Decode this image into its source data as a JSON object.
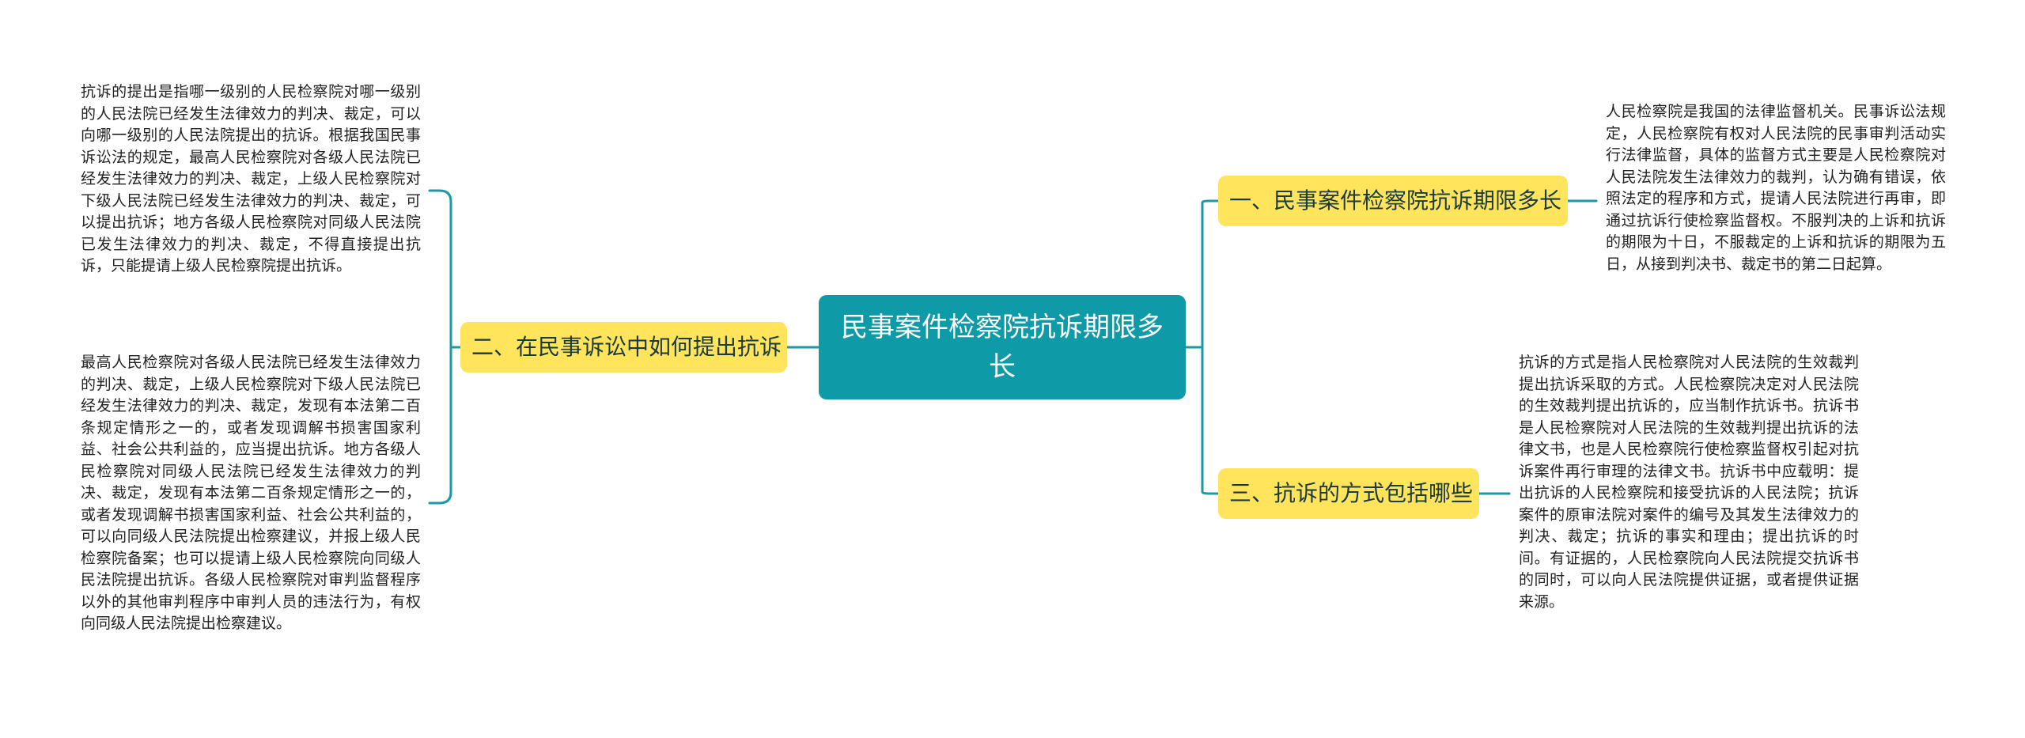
{
  "diagram": {
    "type": "mind-map",
    "root": {
      "title": "民事案件检察院抗诉期限多长"
    },
    "branches": [
      {
        "id": "b1",
        "label": "一、民事案件检察院抗诉期限多长",
        "leaves": [
          "人民检察院是我国的法律监督机关。民事诉讼法规定，人民检察院有权对人民法院的民事审判活动实行法律监督，具体的监督方式主要是人民检察院对人民法院发生法律效力的裁判，认为确有错误，依照法定的程序和方式，提请人民法院进行再审，即通过抗诉行使检察监督权。不服判决的上诉和抗诉的期限为十日，不服裁定的上诉和抗诉的期限为五日，从接到判决书、裁定书的第二日起算。"
        ]
      },
      {
        "id": "b2",
        "label": "二、在民事诉讼中如何提出抗诉",
        "leaves": [
          "抗诉的提出是指哪一级别的人民检察院对哪一级别的人民法院已经发生法律效力的判决、裁定，可以向哪一级别的人民法院提出的抗诉。根据我国民事诉讼法的规定，最高人民检察院对各级人民法院已经发生法律效力的判决、裁定，上级人民检察院对下级人民法院已经发生法律效力的判决、裁定，可以提出抗诉；地方各级人民检察院对同级人民法院已发生法律效力的判决、裁定，不得直接提出抗诉，只能提请上级人民检察院提出抗诉。",
          "最高人民检察院对各级人民法院已经发生法律效力的判决、裁定，上级人民检察院对下级人民法院已经发生法律效力的判决、裁定，发现有本法第二百条规定情形之一的，或者发现调解书损害国家利益、社会公共利益的，应当提出抗诉。地方各级人民检察院对同级人民法院已经发生法律效力的判决、裁定，发现有本法第二百条规定情形之一的，或者发现调解书损害国家利益、社会公共利益的，可以向同级人民法院提出检察建议，并报上级人民检察院备案；也可以提请上级人民检察院向同级人民法院提出抗诉。各级人民检察院对审判监督程序以外的其他审判程序中审判人员的违法行为，有权向同级人民法院提出检察建议。"
        ]
      },
      {
        "id": "b3",
        "label": "三、抗诉的方式包括哪些",
        "leaves": [
          "抗诉的方式是指人民检察院对人民法院的生效裁判提出抗诉采取的方式。人民检察院决定对人民法院的生效裁判提出抗诉的，应当制作抗诉书。抗诉书是人民检察院对人民法院的生效裁判提出抗诉的法律文书，也是人民检察院行使检察监督权引起对抗诉案件再行审理的法律文书。抗诉书中应载明：提出抗诉的人民检察院和接受抗诉的人民法院；抗诉案件的原审法院对案件的编号及其发生法律效力的判决、裁定；抗诉的事实和理由；提出抗诉的时间。有证据的，人民检察院向人民法院提交抗诉书的同时，可以向人民法院提供证据，或者提供证据来源。"
        ]
      }
    ],
    "colors": {
      "root_fill": "#0f9aa8",
      "root_text": "#ffffff",
      "branch_fill": "#ffe45c",
      "branch_text": "#1a3a3e",
      "link": "#1b9aa6",
      "leaf_text": "#222222"
    }
  }
}
